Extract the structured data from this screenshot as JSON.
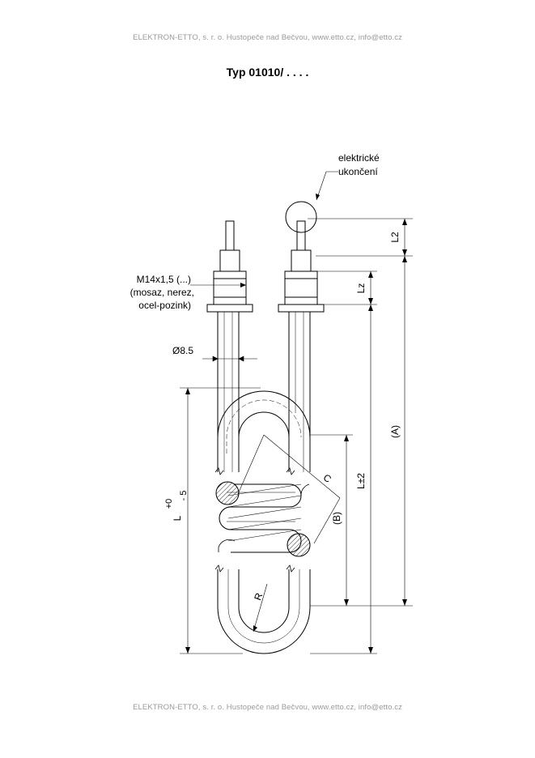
{
  "header": {
    "text": "ELEKTRON-ETTO, s. r. o. Hustopeče nad Bečvou, www.etto.cz, info@etto.cz"
  },
  "title": "Typ 01010/ . . . .",
  "labels": {
    "terminal_line1": "elektrické",
    "terminal_line2": "ukončení",
    "thread_line1": "M14x1,5 (...)",
    "thread_line2": "(mosaz, nerez,",
    "thread_line3": "ocel-pozink)",
    "diameter": "Ø8.5",
    "dim_L2": "L2",
    "dim_Lz": "Lz",
    "dim_A": "(A)",
    "dim_L2tol": "L±2",
    "dim_B": "(B)",
    "dim_C": "C",
    "dim_R": "R",
    "dim_L_main": "L",
    "dim_L_upper": "+0",
    "dim_L_lower": "- 5"
  },
  "footer": {
    "text": "ELEKTRON-ETTO, s. r. o. Hustopeče nad Bečvou, www.etto.cz, info@etto.cz"
  }
}
